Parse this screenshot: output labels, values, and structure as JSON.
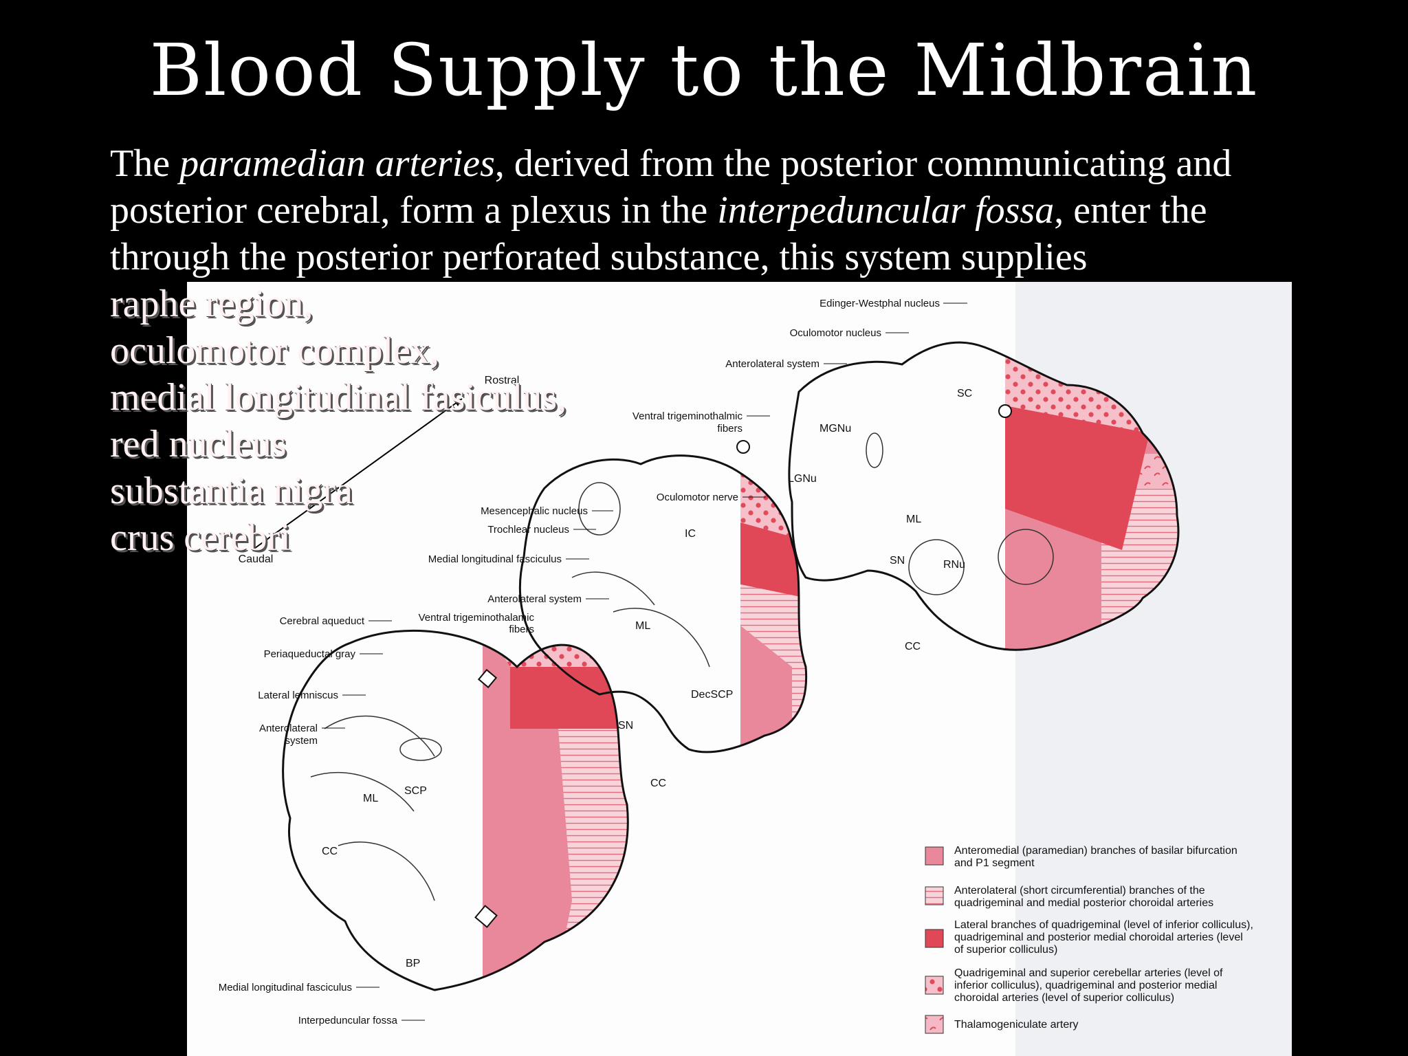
{
  "slide": {
    "title": "Blood Supply to the Midbrain",
    "intro": {
      "p1": "The ",
      "em1": "paramedian arteries",
      "p2": ", derived from the posterior communicating and posterior cerebral, form a plexus in the ",
      "em2": "interpeduncular fossa",
      "p3": ", enter the through the posterior perforated substance, this system supplies"
    },
    "supplies": [
      "raphe region,",
      "oculomotor complex,",
      "medial longitudinal fasiculus,",
      "red nucleus",
      "substantia nigra",
      "crus cerebri"
    ]
  },
  "diagram": {
    "orientation": {
      "rostral": "Rostral",
      "caudal": "Caudal"
    },
    "labels": {
      "edinger_westphal": "Edinger-Westphal nucleus",
      "oculomotor_nucleus": "Oculomotor nucleus",
      "anterolateral_system_top": "Anterolateral system",
      "ventral_trigeminothalmic_1": "Ventral trigeminothalmic",
      "ventral_trigeminothalmic_2": "fibers",
      "oculomotor_nerve": "Oculomotor nerve",
      "mesencephalic_nucleus": "Mesencephalic nucleus",
      "trochlear_nucleus": "Trochlear nucleus",
      "mlf_mid": "Medial longitudinal fasciculus",
      "anterolateral_system_mid": "Anterolateral system",
      "ventral_trigeminothalamic_1": "Ventral trigeminothalamic",
      "ventral_trigeminothalamic_2": "fibers",
      "cerebral_aqueduct": "Cerebral aqueduct",
      "periaqueductal_gray": "Periaqueductal gray",
      "lateral_lemniscus": "Lateral lemniscus",
      "anterolateral_system_low_1": "Anterolateral",
      "anterolateral_system_low_2": "system",
      "mlf_low": "Medial longitudinal fasciculus",
      "interpeduncular_fossa": "Interpeduncular fossa",
      "sc": "SC",
      "mgnu": "MGNu",
      "lgnu": "LGNu",
      "ml_top": "ML",
      "sn_top": "SN",
      "rnu": "RNu",
      "cc_top": "CC",
      "ic": "IC",
      "ml_mid": "ML",
      "decscp": "DecSCP",
      "sn_mid": "SN",
      "cc_mid": "CC",
      "ml_low": "ML",
      "scp": "SCP",
      "cc_low": "CC",
      "bp": "BP"
    },
    "legend": [
      {
        "pattern": "solid-light",
        "line1": "Anteromedial (paramedian) branches of basilar bifurcation",
        "line2": "and P1 segment",
        "line3": ""
      },
      {
        "pattern": "hatched",
        "line1": "Anterolateral (short circumferential) branches of the",
        "line2": "quadrigeminal and medial posterior choroidal arteries",
        "line3": ""
      },
      {
        "pattern": "solid-dark",
        "line1": "Lateral branches of quadrigeminal (level of inferior colliculus),",
        "line2": "quadrigeminal and posterior medial choroidal arteries (level",
        "line3": "of superior colliculus)"
      },
      {
        "pattern": "dotted",
        "line1": "Quadrigeminal and superior cerebellar arteries (level of",
        "line2": "inferior colliculus), quadrigeminal and posterior medial",
        "line3": "choroidal arteries (level of superior colliculus)"
      },
      {
        "pattern": "squiggle",
        "line1": "Thalamogeniculate artery",
        "line2": "",
        "line3": ""
      }
    ],
    "colors": {
      "light": "#e9889a",
      "dark": "#e04858",
      "hatch": "#f4c2cc",
      "dot_bg": "#f7c6cf",
      "dot": "#e04858"
    }
  }
}
